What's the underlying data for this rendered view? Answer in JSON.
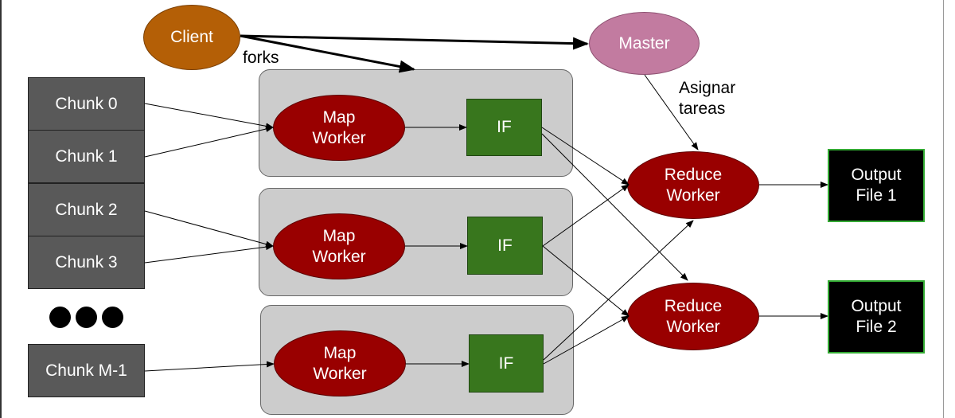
{
  "client": {
    "label": "Client"
  },
  "master": {
    "label": "Master"
  },
  "labels": {
    "forks": "forks",
    "assign": "Asignar\ntareas"
  },
  "chunks": [
    "Chunk 0",
    "Chunk 1",
    "Chunk 2",
    "Chunk 3",
    "Chunk M-1"
  ],
  "map_workers": [
    "Map\nWorker",
    "Map\nWorker",
    "Map\nWorker"
  ],
  "intermediate_files": [
    "IF",
    "IF",
    "IF"
  ],
  "reduce_workers": [
    "Reduce\nWorker",
    "Reduce\nWorker"
  ],
  "outputs": [
    "Output\nFile 1",
    "Output\nFile 2"
  ],
  "colors": {
    "chunk": "#595959",
    "map_worker": "#990000",
    "reduce_worker": "#990000",
    "intermediate_file": "#38761d",
    "output_file": "#000000",
    "client": "#b45f06",
    "master": "#c27ba0",
    "worker_group": "#cccccc"
  }
}
